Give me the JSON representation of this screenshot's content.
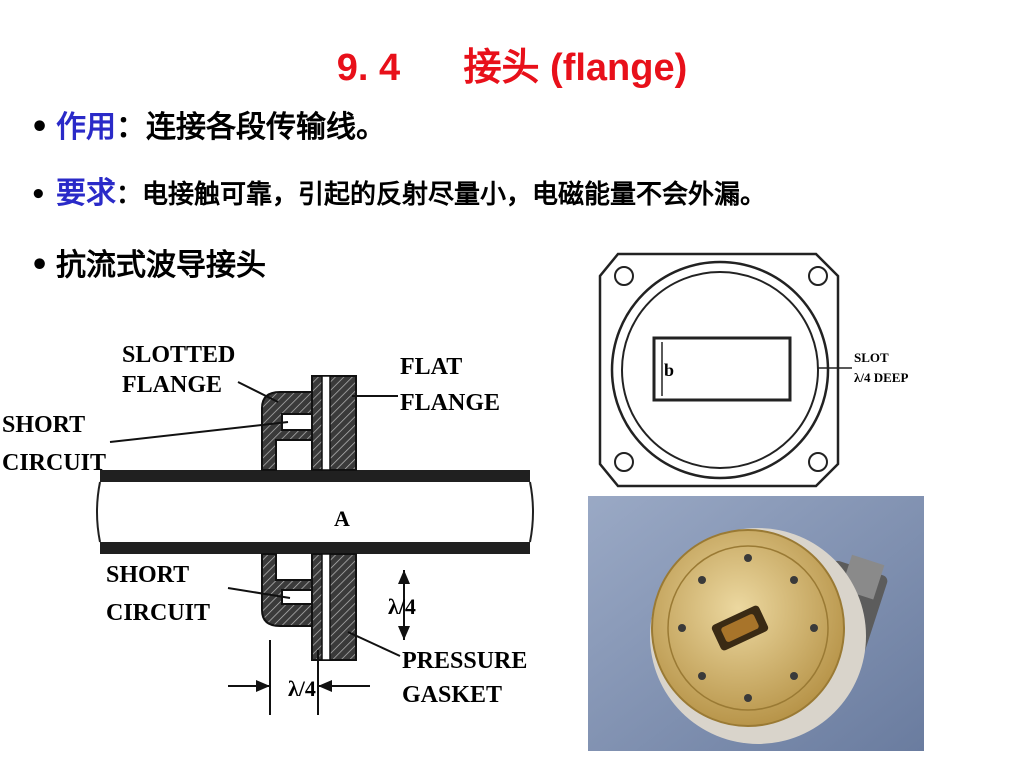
{
  "title": "9. 4      接头 (flange)",
  "bullets": [
    {
      "marker": "•",
      "keyword": "作用",
      "sep": "：",
      "text": "连接各段传输线。"
    },
    {
      "marker": "•",
      "keyword": "要求",
      "sep": "：",
      "text": "电接触可靠，引起的反射尽量小，电磁能量不会外漏。"
    },
    {
      "marker": "•",
      "text": "抗流式波导接头"
    }
  ],
  "diagram": {
    "slotted_flange": [
      "SLOTTED",
      "FLANGE"
    ],
    "flat_flange": [
      "FLAT",
      "FLANGE"
    ],
    "short_circuit_top": [
      "SHORT",
      "CIRCUIT"
    ],
    "short_circuit_bottom": [
      "SHORT",
      "CIRCUIT"
    ],
    "waveguide_label": "A",
    "quarter_wave_v": "λ/4",
    "quarter_wave_h": "λ/4",
    "pressure_gasket": [
      "PRESSURE",
      "GASKET"
    ]
  },
  "front_view": {
    "dimension_label": "b",
    "slot_label": [
      "SLOT",
      "λ/4 DEEP"
    ]
  },
  "colors": {
    "title": "#e8101a",
    "keyword": "#2a2ac8",
    "photo_bg": "#7d8fb0",
    "brass": "#d2b46c"
  }
}
